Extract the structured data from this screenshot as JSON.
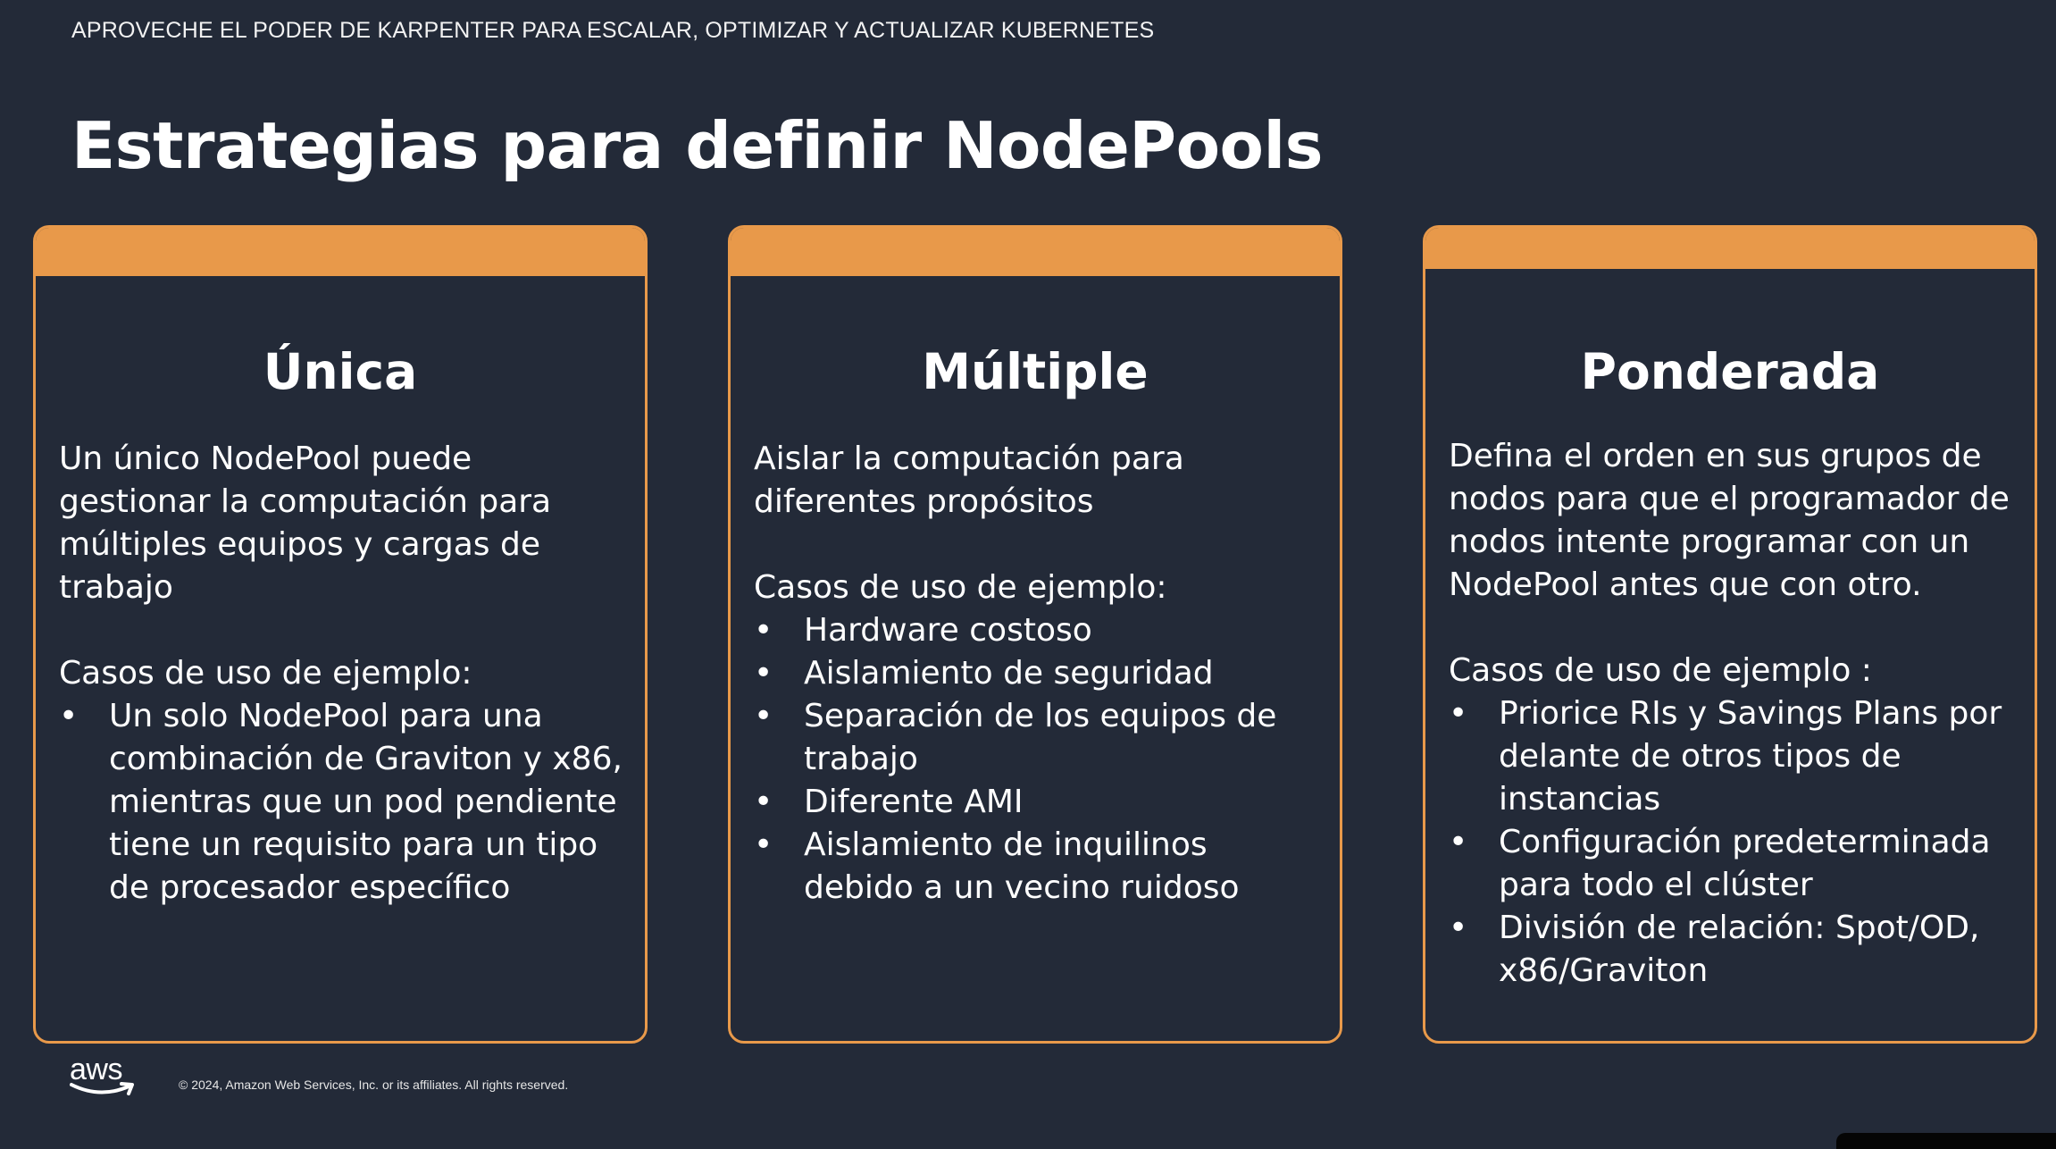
{
  "slide": {
    "kicker": "APROVECHE EL PODER DE KARPENTER PARA ESCALAR, OPTIMIZAR Y ACTUALIZAR KUBERNETES",
    "title": "Estrategias para definir NodePools",
    "accent_color": "#e8994a",
    "background_color": "#232a38"
  },
  "cards": [
    {
      "title": "Única",
      "desc_lines": [
        "Un único NodePool puede",
        "gestionar la computación para",
        "múltiples equipos y cargas de",
        "trabajo"
      ],
      "uses_label": "Casos de uso de ejemplo:",
      "items": [
        {
          "lines": [
            "Un solo NodePool para una",
            "combinación de Graviton y x86,",
            "mientras que un pod pendiente",
            "tiene un requisito para un tipo",
            "de procesador específico"
          ]
        }
      ]
    },
    {
      "title": "Múltiple",
      "desc_lines": [
        "Aislar la computación para",
        "diferentes propósitos"
      ],
      "uses_label": "Casos de uso de ejemplo:",
      "items": [
        {
          "lines": [
            "Hardware costoso"
          ]
        },
        {
          "lines": [
            "Aislamiento de seguridad"
          ]
        },
        {
          "lines": [
            "Separación de los equipos de",
            "trabajo"
          ]
        },
        {
          "lines": [
            "Diferente AMI"
          ]
        },
        {
          "lines": [
            "Aislamiento de inquilinos",
            "debido a un vecino ruidoso"
          ]
        }
      ]
    },
    {
      "title": "Ponderada",
      "desc_lines": [
        "Defina el orden en sus grupos de",
        "nodos para que el programador de",
        "nodos intente programar con un",
        "NodePool antes que con otro."
      ],
      "uses_label": "Casos de uso de ejemplo :",
      "items": [
        {
          "lines": [
            "Priorice RIs y Savings Plans por",
            "delante de otros tipos de",
            "instancias"
          ]
        },
        {
          "lines": [
            "Configuración predeterminada",
            "para todo el clúster"
          ]
        },
        {
          "lines": [
            "División de relación: Spot/OD,",
            "x86/Graviton"
          ]
        }
      ]
    }
  ],
  "footer": {
    "logo_text": "aws",
    "logo_icon": "aws-smile-icon",
    "copyright": "© 2024, Amazon Web Services, Inc. or its affiliates. All rights reserved."
  },
  "bullet_glyph": "•"
}
